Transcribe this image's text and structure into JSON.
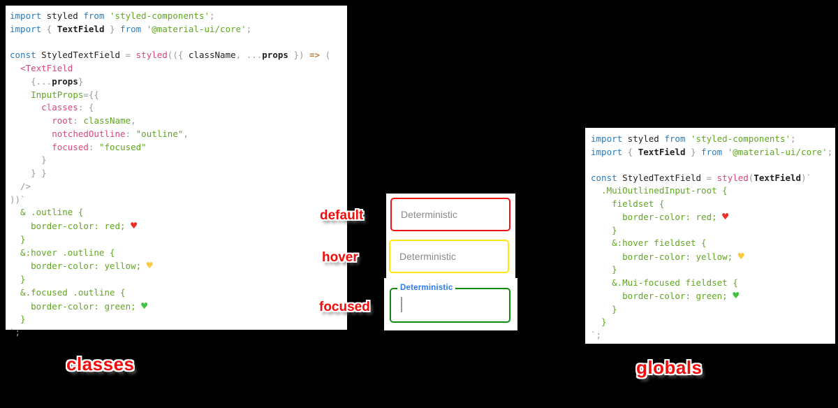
{
  "background_color": "#000000",
  "annotations": {
    "color": "#f20d0d",
    "default": {
      "label": "default"
    },
    "hover": {
      "label": "hover"
    },
    "focused": {
      "label": "focused"
    },
    "classes": {
      "label": "classes"
    },
    "globals": {
      "label": "globals"
    }
  },
  "textfields": {
    "default": {
      "state": "default",
      "placeholder": "Deterministic",
      "border_color": "#f21313"
    },
    "hover": {
      "state": "hover",
      "placeholder": "Deterministic",
      "border_color": "#ffe70e"
    },
    "focused": {
      "state": "focused",
      "label": "Deterministic",
      "value": "",
      "border_color": "#0f8d0f",
      "label_color": "#2b7cea"
    }
  },
  "icons": {
    "red-heart-icon": "♥",
    "yellow-heart-icon": "♥",
    "green-heart-icon": "♥"
  },
  "token_colors": {
    "keyword": "#2c7bb8",
    "identifier": "#1f1f1f",
    "magenta": "#d8477c",
    "green": "#61a621",
    "punctuation": "#9b9b9b",
    "arrow": "#c08036"
  },
  "panels": {
    "classes_code": {
      "lines": [
        [
          {
            "t": "import",
            "c": "k"
          },
          {
            "t": " styled ",
            "c": "i"
          },
          {
            "t": "from",
            "c": "k"
          },
          {
            "t": " ",
            "c": "i"
          },
          {
            "t": "'styled-components'",
            "c": "g"
          },
          {
            "t": ";",
            "c": "p"
          }
        ],
        [
          {
            "t": "import",
            "c": "k"
          },
          {
            "t": " { ",
            "c": "p"
          },
          {
            "t": "TextField",
            "c": "b"
          },
          {
            "t": " } ",
            "c": "p"
          },
          {
            "t": "from",
            "c": "k"
          },
          {
            "t": " ",
            "c": "i"
          },
          {
            "t": "'@material-ui/core'",
            "c": "g"
          },
          {
            "t": ";",
            "c": "p"
          }
        ],
        [],
        [
          {
            "t": "const",
            "c": "k"
          },
          {
            "t": " StyledTextField ",
            "c": "i"
          },
          {
            "t": "= ",
            "c": "p"
          },
          {
            "t": "styled",
            "c": "m"
          },
          {
            "t": "(({ ",
            "c": "p"
          },
          {
            "t": "className",
            "c": "i"
          },
          {
            "t": ", ...",
            "c": "p"
          },
          {
            "t": "props",
            "c": "b"
          },
          {
            "t": " }) ",
            "c": "p"
          },
          {
            "t": "=>",
            "c": "a"
          },
          {
            "t": " (",
            "c": "p"
          }
        ],
        [
          {
            "t": "  ",
            "c": "i"
          },
          {
            "t": "<TextField",
            "c": "m"
          }
        ],
        [
          {
            "t": "    {...",
            "c": "p"
          },
          {
            "t": "props",
            "c": "b"
          },
          {
            "t": "}",
            "c": "p"
          }
        ],
        [
          {
            "t": "    ",
            "c": "i"
          },
          {
            "t": "InputProps",
            "c": "g"
          },
          {
            "t": "={{",
            "c": "p"
          }
        ],
        [
          {
            "t": "      ",
            "c": "i"
          },
          {
            "t": "classes",
            "c": "m"
          },
          {
            "t": ": {",
            "c": "p"
          }
        ],
        [
          {
            "t": "        ",
            "c": "i"
          },
          {
            "t": "root",
            "c": "m"
          },
          {
            "t": ": ",
            "c": "p"
          },
          {
            "t": "className",
            "c": "g"
          },
          {
            "t": ",",
            "c": "p"
          }
        ],
        [
          {
            "t": "        ",
            "c": "i"
          },
          {
            "t": "notchedOutline",
            "c": "m"
          },
          {
            "t": ": ",
            "c": "p"
          },
          {
            "t": "\"outline\"",
            "c": "g"
          },
          {
            "t": ",",
            "c": "p"
          }
        ],
        [
          {
            "t": "        ",
            "c": "i"
          },
          {
            "t": "focused",
            "c": "m"
          },
          {
            "t": ": ",
            "c": "p"
          },
          {
            "t": "\"focused\"",
            "c": "g"
          }
        ],
        [
          {
            "t": "      }",
            "c": "p"
          }
        ],
        [
          {
            "t": "    } }",
            "c": "p"
          }
        ],
        [
          {
            "t": "  />",
            "c": "p"
          }
        ],
        [
          {
            "t": "))`",
            "c": "p"
          }
        ],
        [
          {
            "t": "  & .outline {",
            "c": "g"
          }
        ],
        [
          {
            "t": "    border-color: red; ",
            "c": "g"
          },
          {
            "t": "♥",
            "c": "hr"
          }
        ],
        [
          {
            "t": "  }",
            "c": "g"
          }
        ],
        [
          {
            "t": "  &:hover .outline {",
            "c": "g"
          }
        ],
        [
          {
            "t": "    border-color: yellow; ",
            "c": "g"
          },
          {
            "t": "♥",
            "c": "hy"
          }
        ],
        [
          {
            "t": "  }",
            "c": "g"
          }
        ],
        [
          {
            "t": "  &.focused .outline {",
            "c": "g"
          }
        ],
        [
          {
            "t": "    border-color: green; ",
            "c": "g"
          },
          {
            "t": "♥",
            "c": "hg"
          }
        ],
        [
          {
            "t": "  }",
            "c": "g"
          }
        ],
        [
          {
            "t": "`;",
            "c": "p"
          }
        ]
      ]
    },
    "globals_code": {
      "lines": [
        [
          {
            "t": "import",
            "c": "k"
          },
          {
            "t": " styled ",
            "c": "i"
          },
          {
            "t": "from",
            "c": "k"
          },
          {
            "t": " ",
            "c": "i"
          },
          {
            "t": "'styled-components'",
            "c": "g"
          },
          {
            "t": ";",
            "c": "p"
          }
        ],
        [
          {
            "t": "import",
            "c": "k"
          },
          {
            "t": " { ",
            "c": "p"
          },
          {
            "t": "TextField",
            "c": "b"
          },
          {
            "t": " } ",
            "c": "p"
          },
          {
            "t": "from",
            "c": "k"
          },
          {
            "t": " ",
            "c": "i"
          },
          {
            "t": "'@material-ui/core'",
            "c": "g"
          },
          {
            "t": ";",
            "c": "p"
          }
        ],
        [],
        [
          {
            "t": "const",
            "c": "k"
          },
          {
            "t": " StyledTextField ",
            "c": "i"
          },
          {
            "t": "= ",
            "c": "p"
          },
          {
            "t": "styled",
            "c": "m"
          },
          {
            "t": "(",
            "c": "p"
          },
          {
            "t": "TextField",
            "c": "b"
          },
          {
            "t": ")`",
            "c": "p"
          }
        ],
        [
          {
            "t": "  .MuiOutlinedInput-root {",
            "c": "g"
          }
        ],
        [
          {
            "t": "    fieldset {",
            "c": "g"
          }
        ],
        [
          {
            "t": "      border-color: red; ",
            "c": "g"
          },
          {
            "t": "♥",
            "c": "hr"
          }
        ],
        [
          {
            "t": "    }",
            "c": "g"
          }
        ],
        [
          {
            "t": "    &:hover fieldset {",
            "c": "g"
          }
        ],
        [
          {
            "t": "      border-color: yellow; ",
            "c": "g"
          },
          {
            "t": "♥",
            "c": "hy"
          }
        ],
        [
          {
            "t": "    }",
            "c": "g"
          }
        ],
        [
          {
            "t": "    &.Mui-focused fieldset {",
            "c": "g"
          }
        ],
        [
          {
            "t": "      border-color: green; ",
            "c": "g"
          },
          {
            "t": "♥",
            "c": "hg"
          }
        ],
        [
          {
            "t": "    }",
            "c": "g"
          }
        ],
        [
          {
            "t": "  }",
            "c": "g"
          }
        ],
        [
          {
            "t": "`;",
            "c": "p"
          }
        ]
      ]
    }
  }
}
